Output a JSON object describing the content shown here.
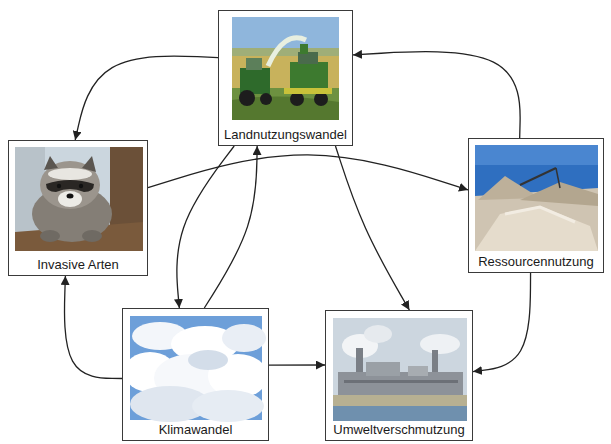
{
  "diagram": {
    "nodes": [
      {
        "text": [
          "Landnutzungswandel"
        ]
      },
      {
        "text": [
          "Invasive Arten"
        ]
      },
      {
        "text": [
          "Ressourcennutzung"
        ]
      },
      {
        "text": [
          "Klimawandel"
        ]
      },
      {
        "text": [
          "Umweltverschmutzung"
        ]
      }
    ],
    "edges": [
      {
        "from": 0,
        "to": 1,
        "arrow": "to"
      },
      {
        "from": 2,
        "to": 0,
        "arrow": "to"
      },
      {
        "from": 1,
        "to": 2,
        "arrow": "to"
      },
      {
        "from": 0,
        "to": 3,
        "arrow": "to"
      },
      {
        "from": 3,
        "to": 0,
        "arrow": "to"
      },
      {
        "from": 0,
        "to": 4,
        "arrow": "to"
      },
      {
        "from": 2,
        "to": 4,
        "arrow": "to"
      },
      {
        "from": 3,
        "to": 4,
        "arrow": "to"
      },
      {
        "from": 3,
        "to": 1,
        "arrow": "to"
      }
    ]
  }
}
